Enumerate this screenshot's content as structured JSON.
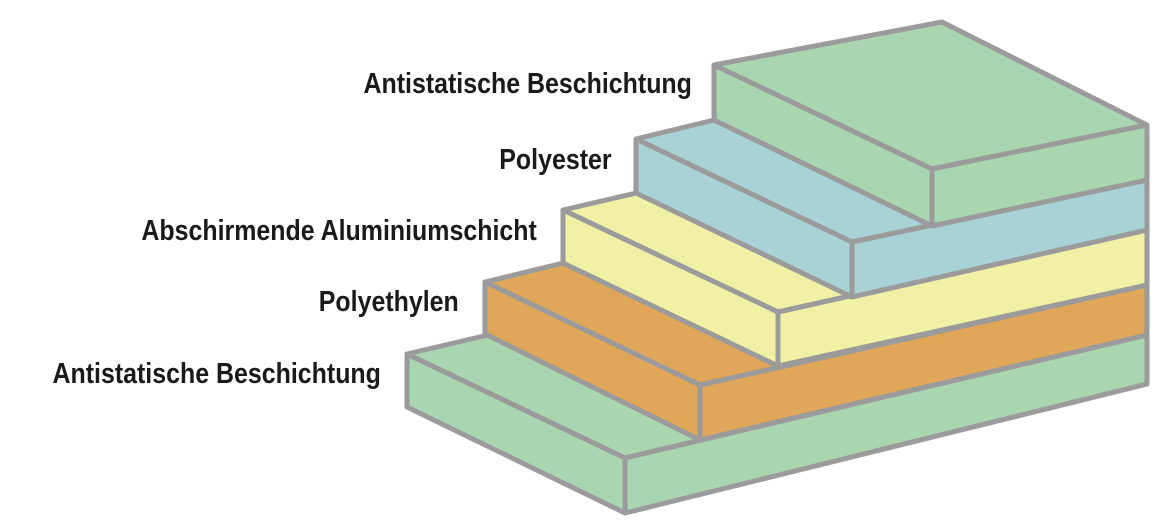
{
  "diagram": {
    "layers": [
      {
        "id": "bottom-coating",
        "label": "Antistatische Beschichtung",
        "color": "#a9d5b0"
      },
      {
        "id": "polyethylene",
        "label": "Polyethylen",
        "color": "#e0a65a"
      },
      {
        "id": "aluminium",
        "label": "Abschirmende Aluminiumschicht",
        "color": "#f0f1a5"
      },
      {
        "id": "polyester",
        "label": "Polyester",
        "color": "#a9d2d7"
      },
      {
        "id": "top-coating",
        "label": "Antistatische Beschichtung",
        "color": "#a9d5b0"
      }
    ],
    "edge_color": "#9b9b9b"
  }
}
